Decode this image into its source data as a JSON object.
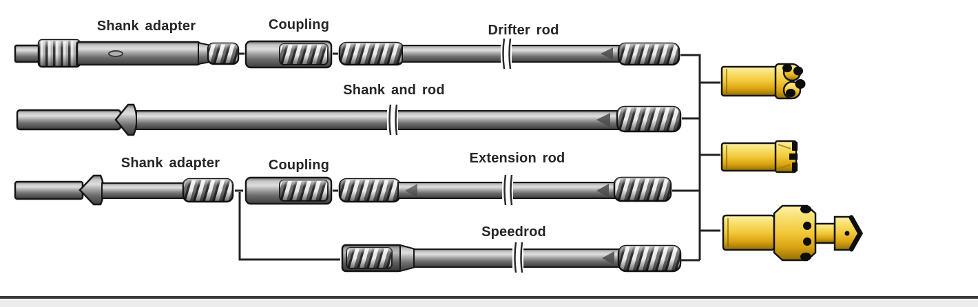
{
  "labels": {
    "row1_shank_adapter": "Shank adapter",
    "row1_coupling": "Coupling",
    "row1_drifter_rod": "Drifter rod",
    "row2_shank_and_rod": "Shank and rod",
    "row3_shank_adapter": "Shank adapter",
    "row3_coupling": "Coupling",
    "row3_extension_rod": "Extension rod",
    "row4_speedrod": "Speedrod"
  },
  "components": {
    "rows": [
      {
        "name": "drifter-rod-assembly",
        "parts": [
          "Shank adapter",
          "Coupling",
          "Drifter rod"
        ]
      },
      {
        "name": "shank-and-rod-assembly",
        "parts": [
          "Shank and rod"
        ]
      },
      {
        "name": "extension-rod-assembly",
        "parts": [
          "Shank adapter",
          "Coupling",
          "Extension rod"
        ]
      },
      {
        "name": "speedrod-assembly",
        "parts": [
          "Speedrod"
        ]
      }
    ],
    "bits": [
      {
        "icon": "button-bit-icon"
      },
      {
        "icon": "cross-bit-icon"
      },
      {
        "icon": "reaming-pilot-bit-icon"
      }
    ]
  },
  "colors": {
    "background": "#ffffff",
    "outline": "#161616",
    "label_text": "#262626",
    "connector": "#222222",
    "steel_light": "#dedede",
    "steel_dark": "#3e3e3e",
    "bit_gold_light": "#fdf2a7",
    "bit_gold_dark": "#926e03",
    "bottom_bar_dark": "#3a3a3a",
    "bottom_bar_light": "#ececec"
  }
}
